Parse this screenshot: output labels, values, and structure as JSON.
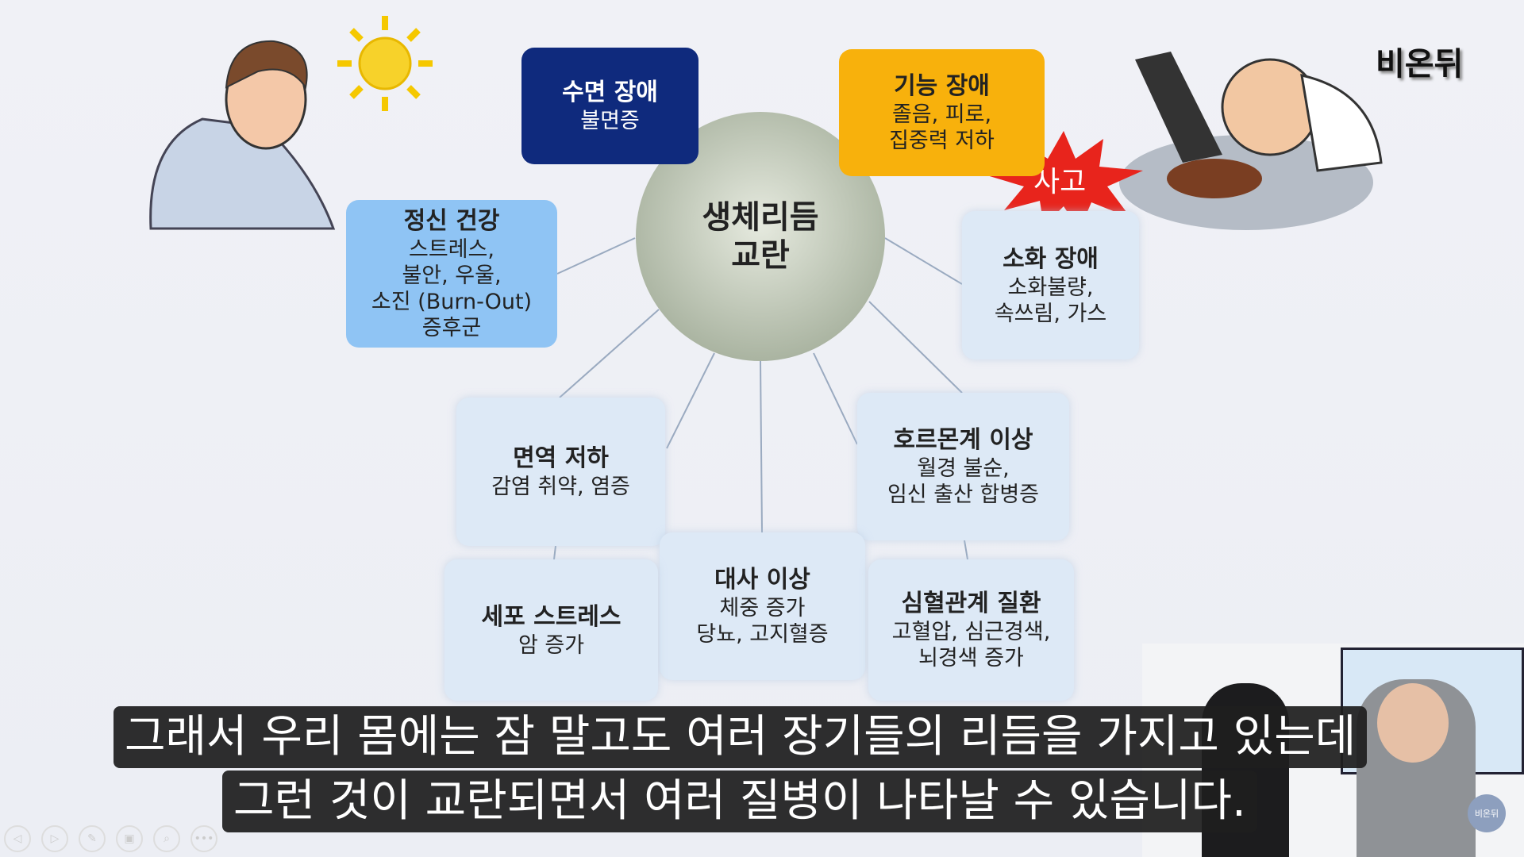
{
  "logo": "비온뒤",
  "center": {
    "line1": "생체리듬",
    "line2": "교란"
  },
  "accident": "사고",
  "boxes": {
    "sleep": {
      "title": "수면 장애",
      "lines": [
        "불면증"
      ]
    },
    "function": {
      "title": "기능 장애",
      "lines": [
        "졸음, 피로,",
        "집중력 저하"
      ]
    },
    "mental": {
      "title": "정신 건강",
      "lines": [
        "스트레스,",
        "불안, 우울,",
        "소진 (Burn-Out)",
        "증후군"
      ]
    },
    "digestive": {
      "title": "소화 장애",
      "lines": [
        "소화불량,",
        "속쓰림, 가스"
      ]
    },
    "immune": {
      "title": "면역 저하",
      "lines": [
        "감염 취약, 염증"
      ]
    },
    "hormone": {
      "title": "호르몬계 이상",
      "lines": [
        "월경 불순,",
        "임신 출산 합병증"
      ]
    },
    "metabolic": {
      "title": "대사 이상",
      "lines": [
        "체중 증가",
        "당뇨, 고지혈증"
      ]
    },
    "cell": {
      "title": "세포 스트레스",
      "lines": [
        "암 증가"
      ]
    },
    "cardio": {
      "title": "심혈관계 질환",
      "lines": [
        "고혈압, 심근경색,",
        "뇌경색 증가"
      ]
    }
  },
  "subtitles": [
    "그래서 우리 몸에는 잠 말고도 여러 장기들의 리듬을 가지고 있는데",
    "그런 것이 교란되면서 여러 질병이 나타날 수 있습니다."
  ],
  "toolbar": [
    {
      "icon": "previous-icon",
      "glyph": "◁"
    },
    {
      "icon": "next-icon",
      "glyph": "▷"
    },
    {
      "icon": "pen-icon",
      "glyph": "✎"
    },
    {
      "icon": "slides-icon",
      "glyph": "▣"
    },
    {
      "icon": "zoom-icon",
      "glyph": "⌕"
    },
    {
      "icon": "more-icon",
      "glyph": "•••"
    }
  ],
  "webcam_logo": "비온뒤",
  "colors": {
    "sleep": "#0f2a7d",
    "function": "#f8b10c",
    "mental": "#8fc4f4",
    "accident": "#e8241c"
  }
}
